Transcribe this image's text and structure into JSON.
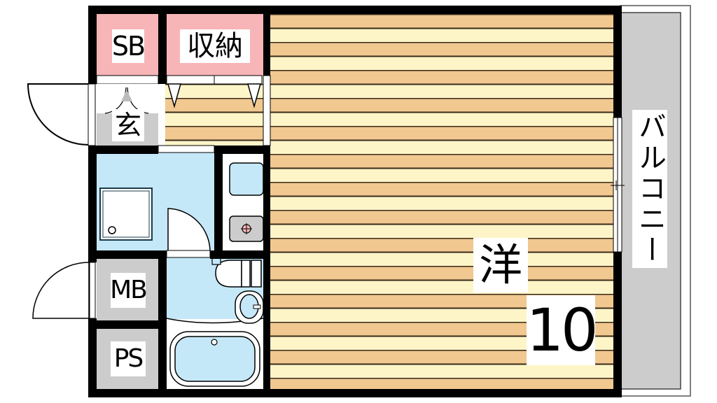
{
  "floor_plan": {
    "rooms": {
      "shoe_box": {
        "label": "SB",
        "color": "#f7b5b8"
      },
      "storage": {
        "label": "収納",
        "color": "#f7b5b8"
      },
      "entrance": {
        "label": "玄",
        "color": "#cccccc"
      },
      "meter_box": {
        "label": "MB",
        "color": "#cccccc"
      },
      "pipe_space": {
        "label": "PS",
        "color": "#cccccc"
      },
      "western_room": {
        "label": "洋",
        "size": "10"
      },
      "balcony": {
        "label": "バルコニー",
        "color": "#cccccc"
      },
      "washroom": {
        "color": "#c5e8f8"
      },
      "bathroom": {
        "color": "#c5e8f8"
      }
    },
    "colors": {
      "wall": "#000000",
      "floor_stripe_dark": "#f0c890",
      "floor_stripe_light": "#fdf5c8",
      "water_fixture": "#c5e8f8",
      "stove_burner": "#f7b5b8"
    }
  }
}
